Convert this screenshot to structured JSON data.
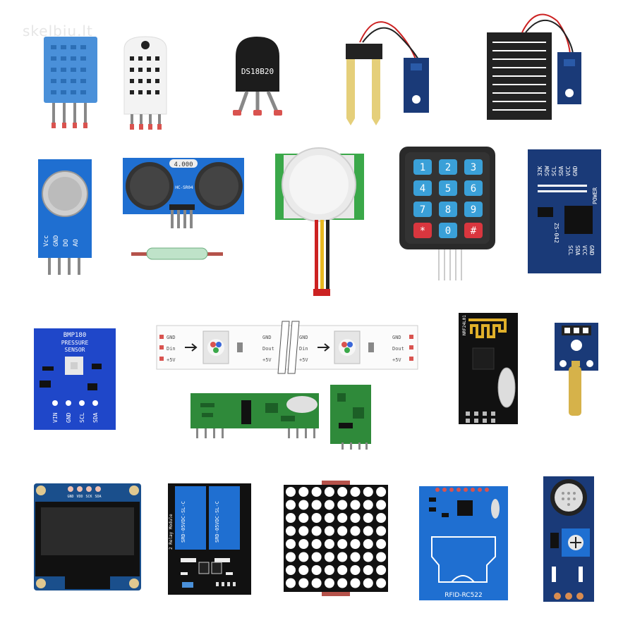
{
  "watermark": "skelbiu.lt",
  "labels": {
    "ds18b20": "DS18B20",
    "ultrasonic": "HC-SR04",
    "crystal": "4.000",
    "keypad": [
      "1",
      "2",
      "3",
      "4",
      "5",
      "6",
      "7",
      "8",
      "9",
      "*",
      "0",
      "#"
    ],
    "gas_pins": [
      "Vcc",
      "GND",
      "DO",
      "AO"
    ],
    "rtc_left": [
      "32K",
      "SQW",
      "SCL",
      "SDA",
      "VCC",
      "GND"
    ],
    "rtc_power": "POWER",
    "rtc_chip": "ZS-042",
    "rtc_bottom": [
      "SCL",
      "SDA",
      "VCC",
      "GND"
    ],
    "bmp_title": "BMP180",
    "bmp_sub1": "PRESSURE",
    "bmp_sub2": "SENSOR",
    "bmp_pins": [
      "VIN",
      "GND",
      "SCL",
      "SDA"
    ],
    "strip_left": [
      "GND",
      "Din",
      "+5V"
    ],
    "strip_mid": [
      "GND",
      "Dout",
      "+5V"
    ],
    "strip_right": [
      "GND",
      "Din",
      "+5V"
    ],
    "strip_end": [
      "GND",
      "Dout",
      "+5V"
    ],
    "nrf": "NRF24L01",
    "oled_pins": [
      "GND",
      "VDD",
      "SCK",
      "SDA"
    ],
    "relay_title": "2 Relay Module",
    "relay_part": "SRD-05VDC-SL-C",
    "rfid": "RFID-RC522"
  },
  "colors": {
    "blue_board": "#1f57c9",
    "dark_blue": "#1a3a78",
    "green_board": "#2f8a3a",
    "black_board": "#111111",
    "pin_red": "#d9534f",
    "gold": "#d6b24a"
  }
}
